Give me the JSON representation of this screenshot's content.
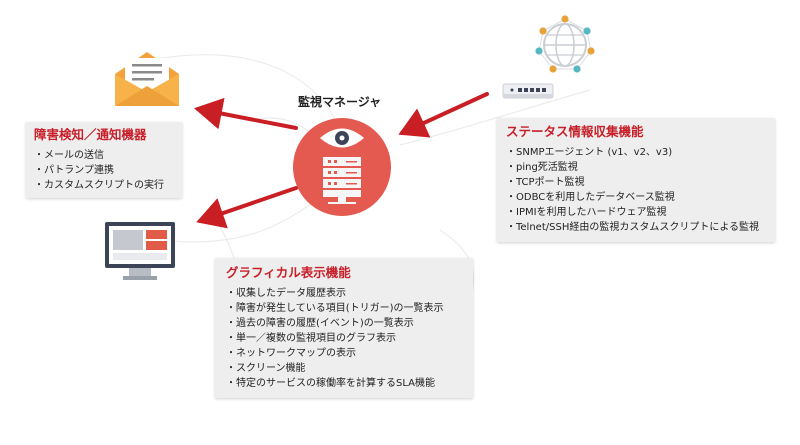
{
  "manager": {
    "label": "監視マネージャ"
  },
  "alert_panel": {
    "title": "障害検知／通知機器",
    "items": [
      "メールの送信",
      "パトランプ連携",
      "カスタムスクリプトの実行"
    ]
  },
  "status_panel": {
    "title": "ステータス情報収集機能",
    "items": [
      "SNMPエージェント (v1、v2、v3)",
      "ping死活監視",
      "TCPポート監視",
      "ODBCを利用したデータベース監視",
      "IPMIを利用したハードウェア監視",
      "Telnet/SSH経由の監視カスタムスクリプトによる監視"
    ]
  },
  "graph_panel": {
    "title": "グラフィカル表示機能",
    "items": [
      "収集したデータ履歴表示",
      "障害が発生している項目(トリガー)の一覧表示",
      "過去の障害の履歴(イベント)の一覧表示",
      "単一／複数の監視項目のグラフ表示",
      "ネットワークマップの表示",
      "スクリーン機能",
      "特定のサービスの稼働率を計算するSLA機能"
    ]
  },
  "icons": {
    "envelope": "envelope-icon",
    "monitor": "monitor-icon",
    "network": "network-globe-icon",
    "router": "router-icon",
    "manager": "eye-server-icon"
  },
  "colors": {
    "accent_red": "#c8202a",
    "arrow_red": "#c91e24",
    "manager_circle": "#e55a50",
    "envelope_orange": "#f3a23b",
    "panel_gray": "#eeeeee"
  }
}
